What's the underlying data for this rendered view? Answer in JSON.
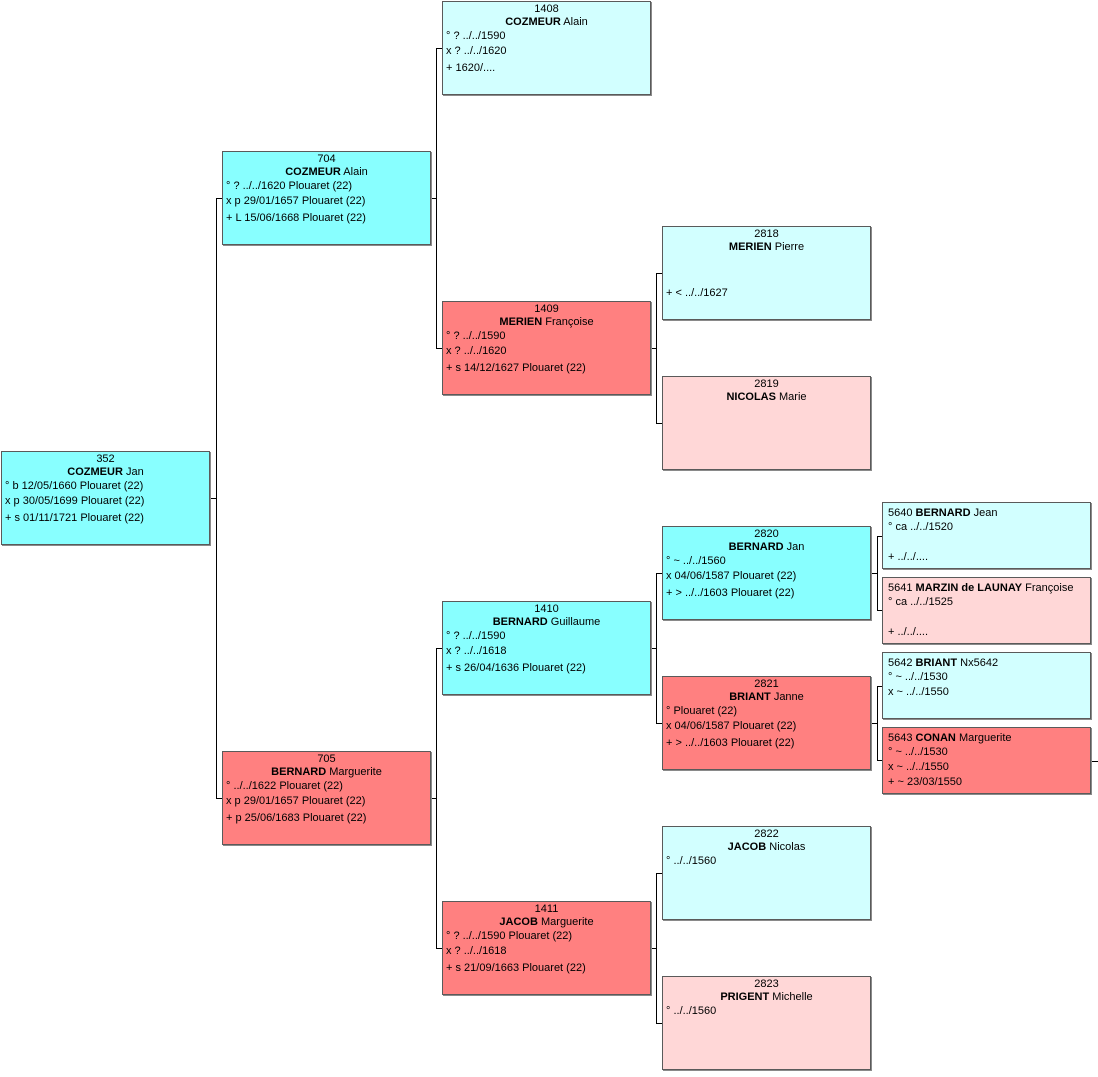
{
  "people": {
    "p352": {
      "num": "352",
      "surname": "COZMEUR",
      "given": "Jan",
      "lines": [
        "° b 12/05/1660 Plouaret (22)",
        "x p 30/05/1699 Plouaret (22)",
        "+ s 01/11/1721 Plouaret (22)"
      ]
    },
    "p704": {
      "num": "704",
      "surname": "COZMEUR",
      "given": "Alain",
      "lines": [
        "° ? ../../1620 Plouaret (22)",
        "x p 29/01/1657 Plouaret (22)",
        "+ L 15/06/1668 Plouaret (22)"
      ]
    },
    "p705": {
      "num": "705",
      "surname": "BERNARD",
      "given": "Marguerite",
      "lines": [
        "° ../../1622 Plouaret (22)",
        "x p 29/01/1657 Plouaret (22)",
        "+ p 25/06/1683 Plouaret (22)"
      ]
    },
    "p1408": {
      "num": "1408",
      "surname": "COZMEUR",
      "given": "Alain",
      "lines": [
        "° ? ../../1590",
        "x ? ../../1620",
        "+ 1620/...."
      ]
    },
    "p1409": {
      "num": "1409",
      "surname": "MERIEN",
      "given": "Françoise",
      "lines": [
        "° ? ../../1590",
        "x ? ../../1620",
        "+ s 14/12/1627 Plouaret (22)"
      ]
    },
    "p1410": {
      "num": "1410",
      "surname": "BERNARD",
      "given": "Guillaume",
      "lines": [
        "° ? ../../1590",
        "x ? ../../1618",
        "+ s 26/04/1636 Plouaret (22)"
      ]
    },
    "p1411": {
      "num": "1411",
      "surname": "JACOB",
      "given": "Marguerite",
      "lines": [
        "° ? ../../1590 Plouaret (22)",
        "x ? ../../1618",
        "+ s 21/09/1663 Plouaret (22)"
      ]
    },
    "p2818": {
      "num": "2818",
      "surname": "MERIEN",
      "given": "Pierre",
      "lines": [
        "",
        "",
        "+ < ../../1627"
      ]
    },
    "p2819": {
      "num": "2819",
      "surname": "NICOLAS",
      "given": "Marie",
      "lines": [
        "",
        "",
        ""
      ]
    },
    "p2820": {
      "num": "2820",
      "surname": "BERNARD",
      "given": "Jan",
      "lines": [
        "° ~ ../../1560",
        "x 04/06/1587 Plouaret (22)",
        "+ > ../../1603 Plouaret (22)"
      ]
    },
    "p2821": {
      "num": "2821",
      "surname": "BRIANT",
      "given": "Janne",
      "lines": [
        "° Plouaret (22)",
        "x 04/06/1587 Plouaret (22)",
        "+ > ../../1603 Plouaret (22)"
      ]
    },
    "p2822": {
      "num": "2822",
      "surname": "JACOB",
      "given": "Nicolas",
      "lines": [
        "° ../../1560",
        "",
        ""
      ]
    },
    "p2823": {
      "num": "2823",
      "surname": "PRIGENT",
      "given": "Michelle",
      "lines": [
        "° ../../1560",
        "",
        ""
      ]
    },
    "p5640": {
      "num": "5640",
      "surname": "BERNARD",
      "given": "Jean",
      "lines": [
        "° ca ../../1520",
        "",
        "+ ../../...."
      ]
    },
    "p5641": {
      "num": "5641",
      "surname": "MARZIN de LAUNAY",
      "given": "Françoise",
      "lines": [
        "° ca ../../1525",
        "",
        "+ ../../...."
      ]
    },
    "p5642": {
      "num": "5642",
      "surname": "BRIANT",
      "given": "Nx5642",
      "lines": [
        "° ~ ../../1530",
        "x ~ ../../1550",
        ""
      ]
    },
    "p5643": {
      "num": "5643",
      "surname": "CONAN",
      "given": "Marguerite",
      "lines": [
        "° ~ ../../1530",
        "x ~ ../../1550",
        "+ ~ 23/03/1550"
      ]
    }
  },
  "colors": {
    "male_strong": "#88ffff",
    "male_light": "#d2ffff",
    "female_strong": "#ff8080",
    "female_light": "#ffd7d7",
    "connector": "#000000",
    "border": "#5a5a5a"
  }
}
